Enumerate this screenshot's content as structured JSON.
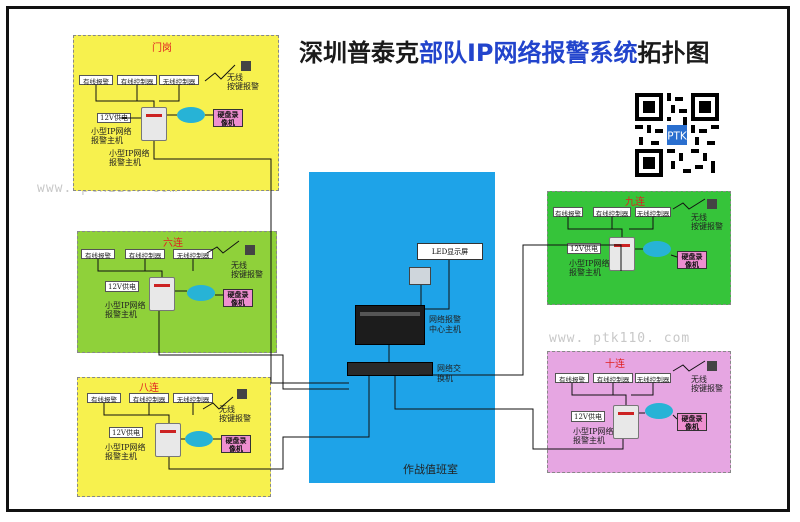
{
  "title": {
    "part1": "深圳普泰克",
    "part2": "部队IP网络报警系统",
    "part3": "拓扑图"
  },
  "watermark": "www. ptk110. com",
  "qr_label": "PTK",
  "control_room": {
    "label": "作战值班室",
    "led_display": "LED显示屏",
    "center_host": "网络报警\n中心主机",
    "switch": "网络交\n换机",
    "colors": {
      "background": "#1ea3e8"
    }
  },
  "zones": [
    {
      "name": "门岗",
      "color": "#f7f14e",
      "wired_alarm": "有线报警",
      "wired_ctrl": "有线控制器",
      "wireless_ctrl": "无线控制器",
      "wireless_alarm": "无线\n按键报警",
      "power": "12V供电",
      "host": "小型IP网络\n报警主机",
      "host2": "小型IP网络\n报警主机",
      "dvr": "硬盘录\n像机"
    },
    {
      "name": "六连",
      "color": "#8fd13a",
      "wired_alarm": "有线报警",
      "wired_ctrl": "有线控制器",
      "wireless_ctrl": "无线控制器",
      "wireless_alarm": "无线\n按键报警",
      "power": "12V供电",
      "host": "小型IP网络\n报警主机",
      "dvr": "硬盘录\n像机"
    },
    {
      "name": "八连",
      "color": "#f7f14e",
      "wired_alarm": "有线报警",
      "wired_ctrl": "有线控制器",
      "wireless_ctrl": "无线控制器",
      "wireless_alarm": "无线\n按键报警",
      "power": "12V供电",
      "host": "小型IP网络\n报警主机",
      "dvr": "硬盘录\n像机"
    },
    {
      "name": "九连",
      "color": "#36c43a",
      "wired_alarm": "有线报警",
      "wired_ctrl": "有线控制器",
      "wireless_ctrl": "无线控制器",
      "wireless_alarm": "无线\n按键报警",
      "power": "12V供电",
      "host": "小型IP网络\n报警主机",
      "dvr": "硬盘录\n像机"
    },
    {
      "name": "十连",
      "color": "#e6a6e2",
      "wired_alarm": "有线报警",
      "wired_ctrl": "有线控制器",
      "wireless_ctrl": "无线控制器",
      "wireless_alarm": "无线\n按键报警",
      "power": "12V供电",
      "host": "小型IP网络\n报警主机",
      "dvr": "硬盘录\n像机"
    }
  ]
}
